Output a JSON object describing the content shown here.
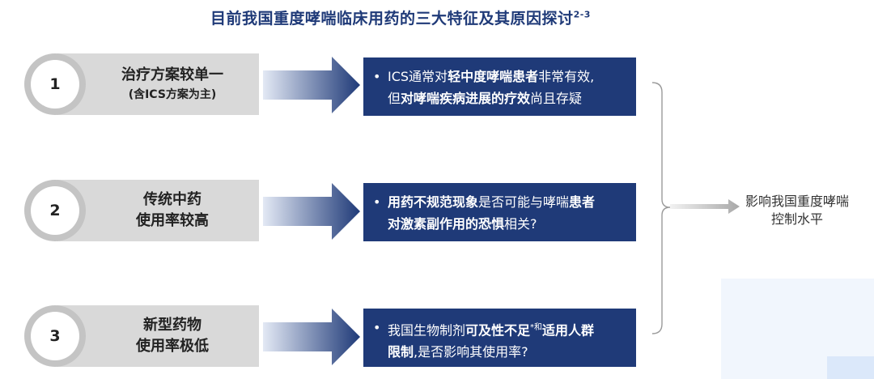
{
  "title": {
    "text": "目前我国重度哮喘临床用药的三大特征及其原因探讨",
    "ref": "2-3"
  },
  "rows": [
    {
      "number": "1",
      "label_line1": "治疗方案较单一",
      "label_line2": "(含ICS方案为主)",
      "box_line1": [
        {
          "text": "ICS通常对",
          "bold": false
        },
        {
          "text": "轻中度哮喘患者",
          "bold": true
        },
        {
          "text": "非常有效,",
          "bold": false
        }
      ],
      "box_line2": [
        {
          "text": "但",
          "bold": false
        },
        {
          "text": "对哮喘疾病进展的疗效",
          "bold": true
        },
        {
          "text": "尚且存疑",
          "bold": false
        }
      ]
    },
    {
      "number": "2",
      "label_line1": "传统中药",
      "label_line2": "使用率较高",
      "box_line1": [
        {
          "text": "用药不规范现象",
          "bold": true
        },
        {
          "text": "是否可能与哮喘",
          "bold": false
        },
        {
          "text": "患者",
          "bold": true
        }
      ],
      "box_line2": [
        {
          "text": "对激素副作用的恐惧",
          "bold": true
        },
        {
          "text": "相关?",
          "bold": false
        }
      ]
    },
    {
      "number": "3",
      "label_line1": "新型药物",
      "label_line2": "使用率极低",
      "box_line1": [
        {
          "text": "我国生物制剂",
          "bold": false
        },
        {
          "text": "可及性不足",
          "bold": true
        },
        {
          "text": "*和",
          "bold": false
        },
        {
          "text": "适用人群",
          "bold": true
        }
      ],
      "box_line2": [
        {
          "text": "限制",
          "bold": true
        },
        {
          "text": ",是否影响其使用率?",
          "bold": false
        }
      ]
    }
  ],
  "bullet": "•",
  "conclusion": {
    "line1": "影响我国重度哮喘",
    "line2": "控制水平"
  },
  "colors": {
    "title": "#1f3a78",
    "box_fill": "#1f3a78",
    "label_fill": "#d9d9d9",
    "circle_ring": "#c4c4c4",
    "arrow_dark": "#1f3a78",
    "arrow_light": "#dde4f2"
  }
}
